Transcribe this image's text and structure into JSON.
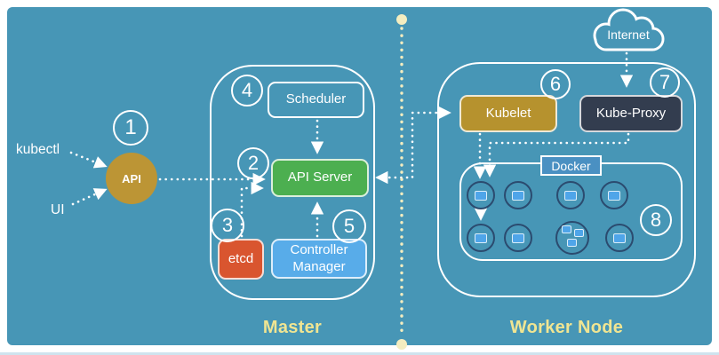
{
  "client": {
    "kubectl_label": "kubectl",
    "ui_label": "UI",
    "api_label": "API"
  },
  "master": {
    "section_label": "Master",
    "scheduler_label": "Scheduler",
    "api_server_label": "API Server",
    "etcd_label": "etcd",
    "controller_manager_label": "Controller Manager"
  },
  "worker": {
    "section_label": "Worker Node",
    "internet_label": "Internet",
    "kubelet_label": "Kubelet",
    "kube_proxy_label": "Kube-Proxy",
    "docker_label": "Docker"
  },
  "steps": [
    "1",
    "2",
    "3",
    "4",
    "5",
    "6",
    "7",
    "8"
  ],
  "colors": {
    "background": "#4796B6",
    "api_circle": "#BC9535",
    "api_server": "#4CAF50",
    "etcd": "#D9552F",
    "controller_manager": "#58ACE9",
    "kubelet": "#B6922E",
    "kube_proxy": "#333D4F",
    "docker_tab": "#4A90C2",
    "pod_square": "#4FA5E9",
    "pod_ring": "#2B4B6F",
    "section_label": "#F0E592",
    "divider": "#F4EDC0"
  }
}
